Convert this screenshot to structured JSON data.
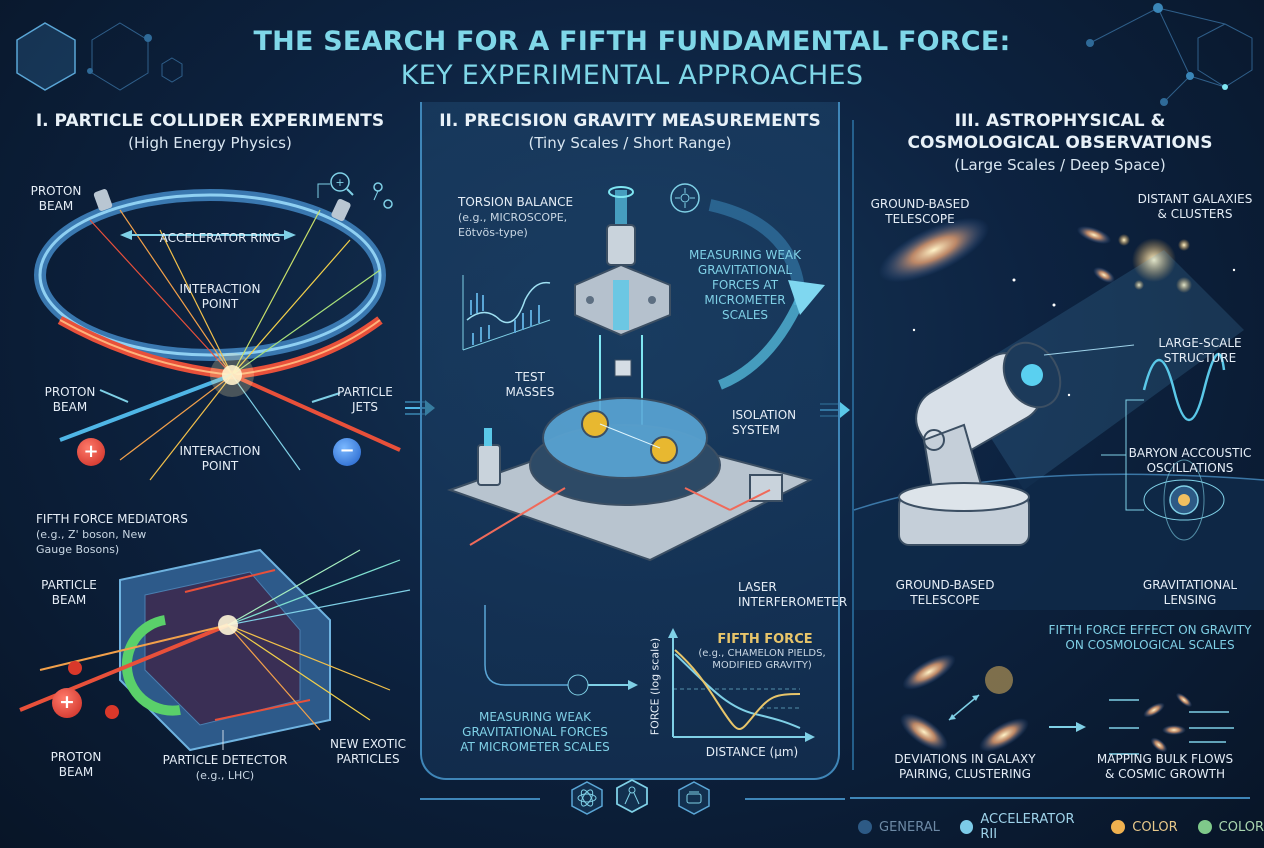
{
  "header": {
    "title_line1": "THE SEARCH FOR A FIFTH FUNDAMENTAL FORCE:",
    "title_line2": "KEY EXPERIMENTAL APPROACHES"
  },
  "sections": [
    {
      "heading": "I. PARTICLE COLLIDER EXPERIMENTS",
      "subheading": "(High Energy Physics)",
      "labels": {
        "proton_beam_top": [
          "PROTON",
          "BEAM"
        ],
        "accelerator_ring": "ACCELERATOR RING",
        "interaction_point_1": [
          "INTERACTION",
          "POINT"
        ],
        "proton_beam_mid": [
          "PROTON",
          "BEAM"
        ],
        "particle_jets": [
          "PARTICLE",
          "JETS"
        ],
        "interaction_point_2": [
          "INTERACTION",
          "POINT"
        ],
        "fifth_force_mediators": [
          "FIFTH FORCE MEDIATORS",
          "(e.g., Z' boson, New",
          "Gauge Bosons)"
        ],
        "particle_beam": [
          "PARTICLE",
          "BEAM"
        ],
        "proton_beam_bottom": [
          "PROTON",
          "BEAM"
        ],
        "particle_detector": [
          "PARTICLE DETECTOR",
          "(e.g., LHC)"
        ],
        "new_exotic_particles": [
          "NEW EXOTIC",
          "PARTICLES"
        ]
      },
      "icons": [
        "magnifier-plus-icon",
        "node-link-icon",
        "proton-plus-icon",
        "electron-minus-icon"
      ]
    },
    {
      "heading": "II. PRECISION GRAVITY MEASUREMENTS",
      "subheading": "(Tiny Scales / Short Range)",
      "labels": {
        "torsion_balance": [
          "TORSION BALANCE",
          "(e.g., MICROSCOPE,",
          "Eötvös-type)"
        ],
        "measuring_top": [
          "MEASURING WEAK",
          "GRAVITATIONAL",
          "FORCES AT",
          "MICROMETER",
          "SCALES"
        ],
        "test_masses": [
          "TEST",
          "MASSES"
        ],
        "isolation_system": [
          "ISOLATION",
          "SYSTEM"
        ],
        "laser_interferometer": [
          "LASER",
          "INTERFEROMETER"
        ],
        "measuring_bottom": [
          "MEASURING WEAK",
          "GRAVITATIONAL FORCES",
          "AT MICROMETER SCALES"
        ]
      },
      "icons": [
        "atom-icon",
        "compass-icon",
        "tools-icon"
      ]
    },
    {
      "heading_line1": "III. ASTROPHYSICAL &",
      "heading_line2": "COSMOLOGICAL OBSERVATIONS",
      "subheading": "(Large Scales / Deep Space)",
      "labels": {
        "ground_telescope_top": [
          "GROUND-BASED",
          "TELESCOPE"
        ],
        "distant_galaxies": [
          "DISTANT GALAXIES",
          "& CLUSTERS"
        ],
        "large_scale_structure": [
          "LARGE-SCALE",
          "STRUCTURE"
        ],
        "bao": [
          "BARYON ACCOUSTIC",
          "OSCILLATIONS"
        ],
        "ground_telescope_bottom": [
          "GROUND-BASED",
          "TELESCOPE"
        ],
        "gravitational_lensing": [
          "GRAVITATIONAL",
          "LENSING"
        ],
        "fifth_force_effect": [
          "FIFTH FORCE EFFECT ON GRAVITY",
          "ON COSMOLOGICAL SCALES"
        ],
        "deviations": [
          "DEVIATIONS IN GALAXY",
          "PAIRING, CLUSTERING"
        ],
        "bulk_flows": [
          "MAPPING BULK FLOWS",
          "& COSMIC GROWTH"
        ]
      }
    }
  ],
  "force_plot": {
    "title": "FIFTH FORCE",
    "subtitle": [
      "(e.g., CHAMELON PIELDS,",
      "MODIFIED GRAVITY)"
    ],
    "xlabel": "DISTANCE (µm)",
    "ylabel": "FORCE (log scale)",
    "colors": {
      "newtonian": "#7fd0e6",
      "fifth_force": "#e8c56a"
    }
  },
  "legend": [
    {
      "label": "GENERAL",
      "color": "#2d5a85",
      "text_color": "#6d8aa6"
    },
    {
      "label": "ACCELERATOR RII",
      "color": "#7ccbe8",
      "text_color": "#9fd3ea"
    },
    {
      "label": "COLOR",
      "color": "#efb14f",
      "text_color": "#e7c88a"
    },
    {
      "label": "COLOR",
      "color": "#7fc98a",
      "text_color": "#a9d6b0"
    }
  ],
  "colors": {
    "background": "#0d2341",
    "accent_cyan": "#7fd7e8",
    "panel_border": "#3f86b8",
    "beam_red": "#e8503a",
    "beam_blue": "#4fb6e6"
  }
}
